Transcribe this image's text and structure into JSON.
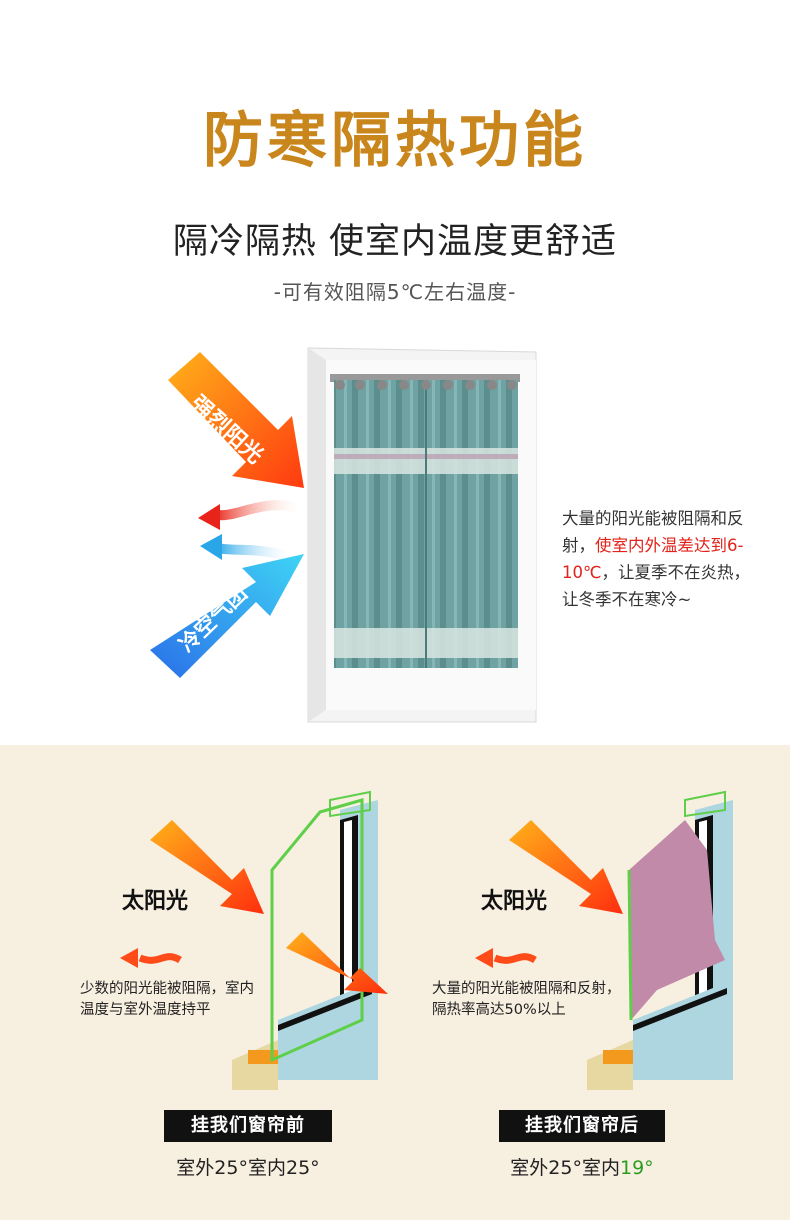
{
  "header": {
    "title": "防寒隔热功能",
    "subtitle": "隔冷隔热 使室内温度更舒适",
    "note": "-可有效阻隔5℃左右温度-"
  },
  "top_arrows": {
    "sun_label": "强烈阳光",
    "cold_label": "冷空气团"
  },
  "description": {
    "part1": "大量的阳光能被阻隔和反射，",
    "highlight": "使室内外温差达到6-10℃",
    "part2": "，让夏季不在炎热，让冬季不在寒冷~"
  },
  "before": {
    "sun_label": "太阳光",
    "text": "少数的阳光能被阻隔，室内温度与室外温度持平",
    "tag": "挂我们窗帘前",
    "temp_out": "室外25°",
    "temp_in_label": "室内",
    "temp_in_value": "25°"
  },
  "after": {
    "sun_label": "太阳光",
    "text": "大量的阳光能被阻隔和反射，隔热率高达50%以上",
    "tag": "挂我们窗帘后",
    "temp_out": "室外25°",
    "temp_in_label": "室内",
    "temp_in_value": "19°"
  },
  "colors": {
    "title": "#c9861c",
    "highlight_red": "#e2231a",
    "arrow_orange": "#ff5a1a",
    "arrow_blue": "#2aa6e8",
    "curtain_teal": "#6fa3a3",
    "curtain_pink": "#c08aa8",
    "frame_blue": "#aed6e0",
    "green_temp": "#2a9d1e"
  }
}
